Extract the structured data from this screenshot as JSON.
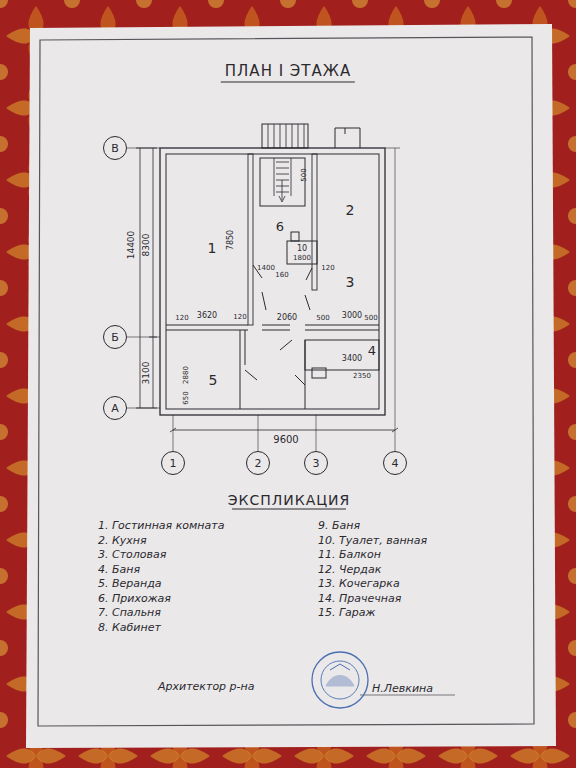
{
  "diagram": {
    "title": "ПЛАН I ЭТАЖА",
    "nodes": [
      {
        "text": [
          "В"
        ]
      },
      {
        "text": [
          "Б"
        ]
      },
      {
        "text": [
          "А"
        ]
      },
      {
        "text": [
          "1"
        ]
      },
      {
        "text": [
          "2"
        ]
      },
      {
        "text": [
          "3"
        ]
      },
      {
        "text": [
          "4"
        ]
      }
    ],
    "labels": [
      "14400",
      "8300",
      "3100",
      "7850",
      "500",
      "1",
      "6",
      "2",
      "10",
      "3",
      "1400",
      "160",
      "1800",
      "120",
      "3620",
      "120",
      "2060",
      "500",
      "3000",
      "500",
      "120",
      "3400",
      "2350",
      "4",
      "5",
      "2880",
      "650",
      "9600",
      "ЭКСПЛИКАЦИЯ",
      "1. Гостинная комната",
      "2. Кухня",
      "3. Столовая",
      "4. Баня",
      "5. Веранда",
      "6. Прихожая",
      "7. Спальня",
      "8. Кабинет",
      "9. Баня",
      "10. Туалет, ванная",
      "11. Балкон",
      "12. Чердак",
      "13. Кочегарка",
      "14. Прачечная",
      "15. Гараж",
      "Архитектор р-на",
      "Н.Левкина"
    ]
  }
}
